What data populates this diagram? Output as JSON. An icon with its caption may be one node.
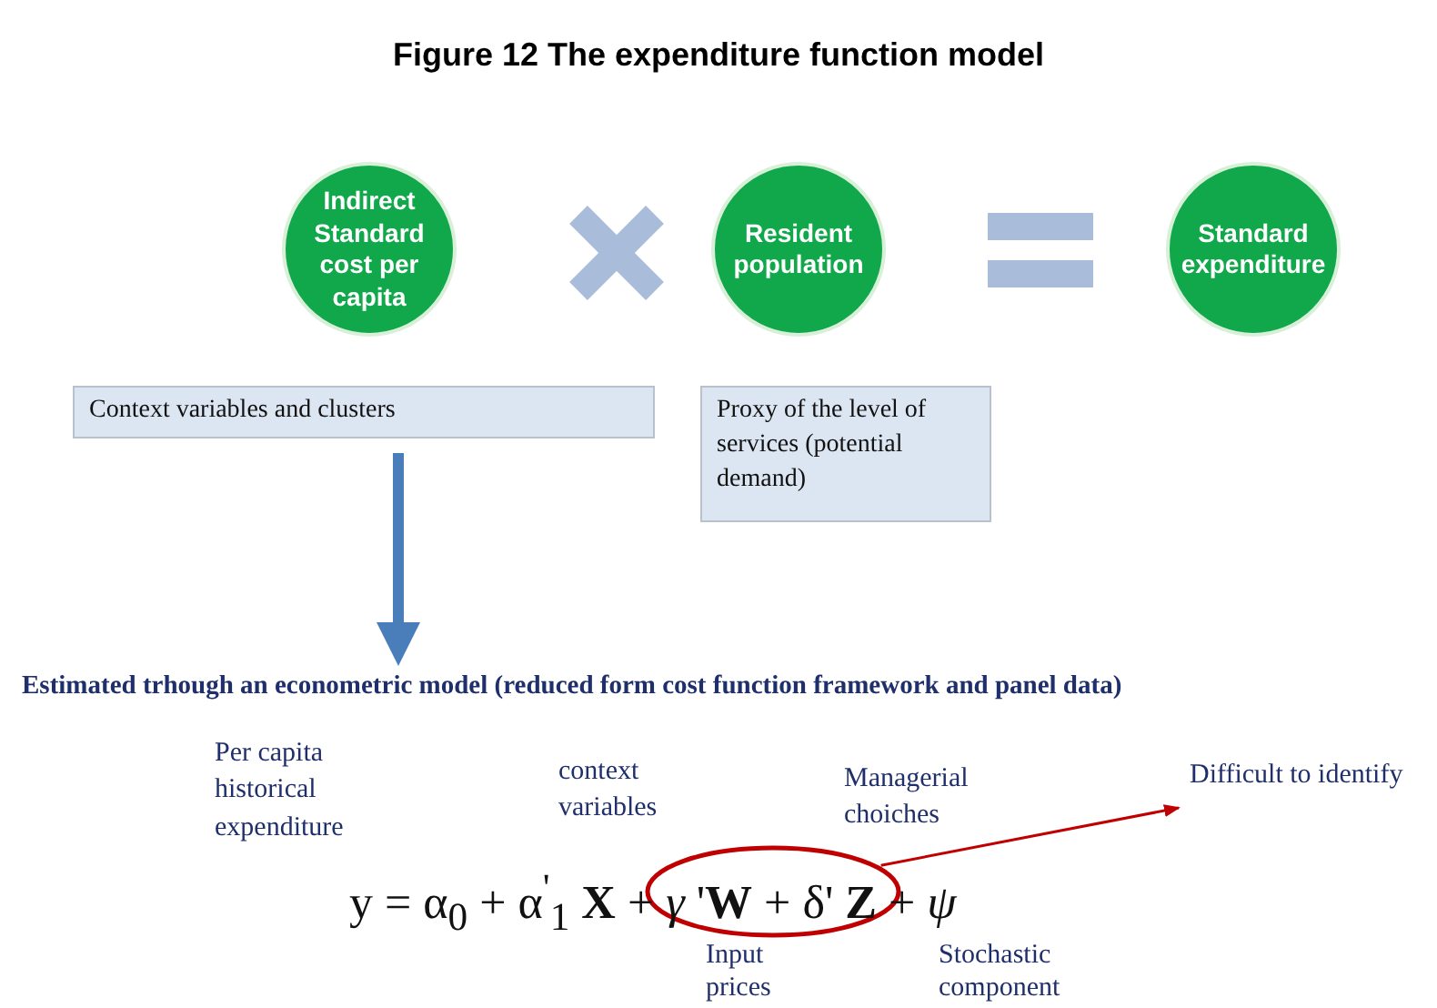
{
  "diagram": {
    "title": "Figure 12 The expenditure function model",
    "nodes": [
      {
        "text": [
          "Indirect Standard cost per capita"
        ]
      },
      {
        "text": [
          "Resident population"
        ]
      },
      {
        "text": [
          "Standard expenditure"
        ]
      },
      {
        "text": [
          "Context variables and clusters"
        ]
      },
      {
        "text": [
          "Proxy of the level of services (potential demand)"
        ]
      },
      {
        "text": [
          "Estimated trhough an econometric model (reduced form cost function framework and panel data)"
        ]
      },
      {
        "text": [],
        "shape": "ellipse"
      },
      {
        "text": [
          "Difficult to identify"
        ]
      }
    ],
    "edges": [
      {
        "from": 3,
        "to": 5,
        "arrow": "to",
        "style": "thick",
        "color": "#4a7ebb"
      },
      {
        "from": 6,
        "to": 7,
        "arrow": "to",
        "color": "#c00000"
      }
    ],
    "labels": [
      "Per capita historical expenditure",
      "context variables",
      "Managerial choiches",
      "y = α$_{0}$ + α$^{'}$$_{1}$ **X** + *γ* '**W** + δ' **Z** + *ψ*",
      "Input prices",
      "Stochastic component"
    ]
  }
}
